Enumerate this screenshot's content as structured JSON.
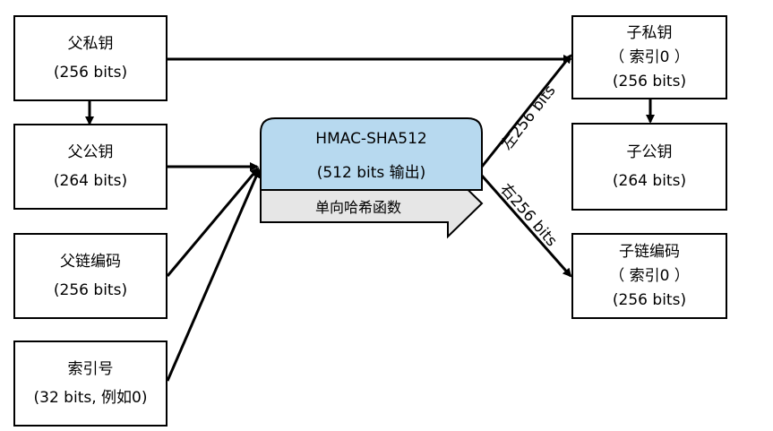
{
  "inputs": {
    "parent_private_key": {
      "name": "父私钥",
      "bits": "(256 bits)"
    },
    "parent_public_key": {
      "name": "父公钥",
      "bits": "(264 bits)"
    },
    "parent_chain_code": {
      "name": "父链编码",
      "bits": "(256 bits)"
    },
    "index_number": {
      "name": "索引号",
      "bits": "(32 bits, 例如0)"
    }
  },
  "hmac": {
    "title": "HMAC-SHA512",
    "output": "(512 bits 输出)",
    "hash_label": "单向哈希函数"
  },
  "split": {
    "left": "左256 bits",
    "right": "右256 bits"
  },
  "outputs": {
    "child_private_key": {
      "name": "子私钥",
      "index": "（ 索引0 ）",
      "bits": "(256 bits)"
    },
    "child_public_key": {
      "name": "子公钥",
      "bits": "(264 bits)"
    },
    "child_chain_code": {
      "name": "子链编码",
      "index": "（ 索引0 ）",
      "bits": "(256 bits)"
    }
  },
  "colors": {
    "hmac_fill": "#b7d9ef",
    "arrow_fill": "#e6e6e6",
    "stroke": "#000000"
  }
}
